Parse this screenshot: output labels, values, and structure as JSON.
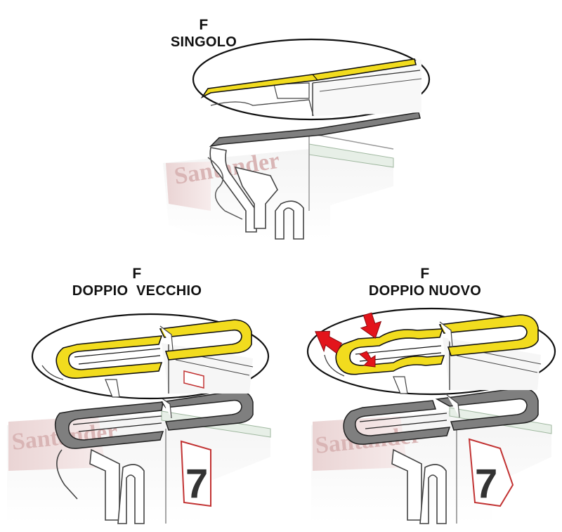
{
  "panels": {
    "top": {
      "letter": "F",
      "name": "SINGOLO"
    },
    "left": {
      "letter": "F",
      "name": "DOPPIO  VECCHIO"
    },
    "right": {
      "letter": "F",
      "name": "DOPPIO NUOVO"
    }
  },
  "car_lettering": "Santander",
  "car_number": "7",
  "colors": {
    "highlight": "#f2dc1e",
    "highlight_dark": "#b8a312",
    "arrow": "#e3141b",
    "flap_grey": "#7f7f7f",
    "outline": "#111111"
  }
}
